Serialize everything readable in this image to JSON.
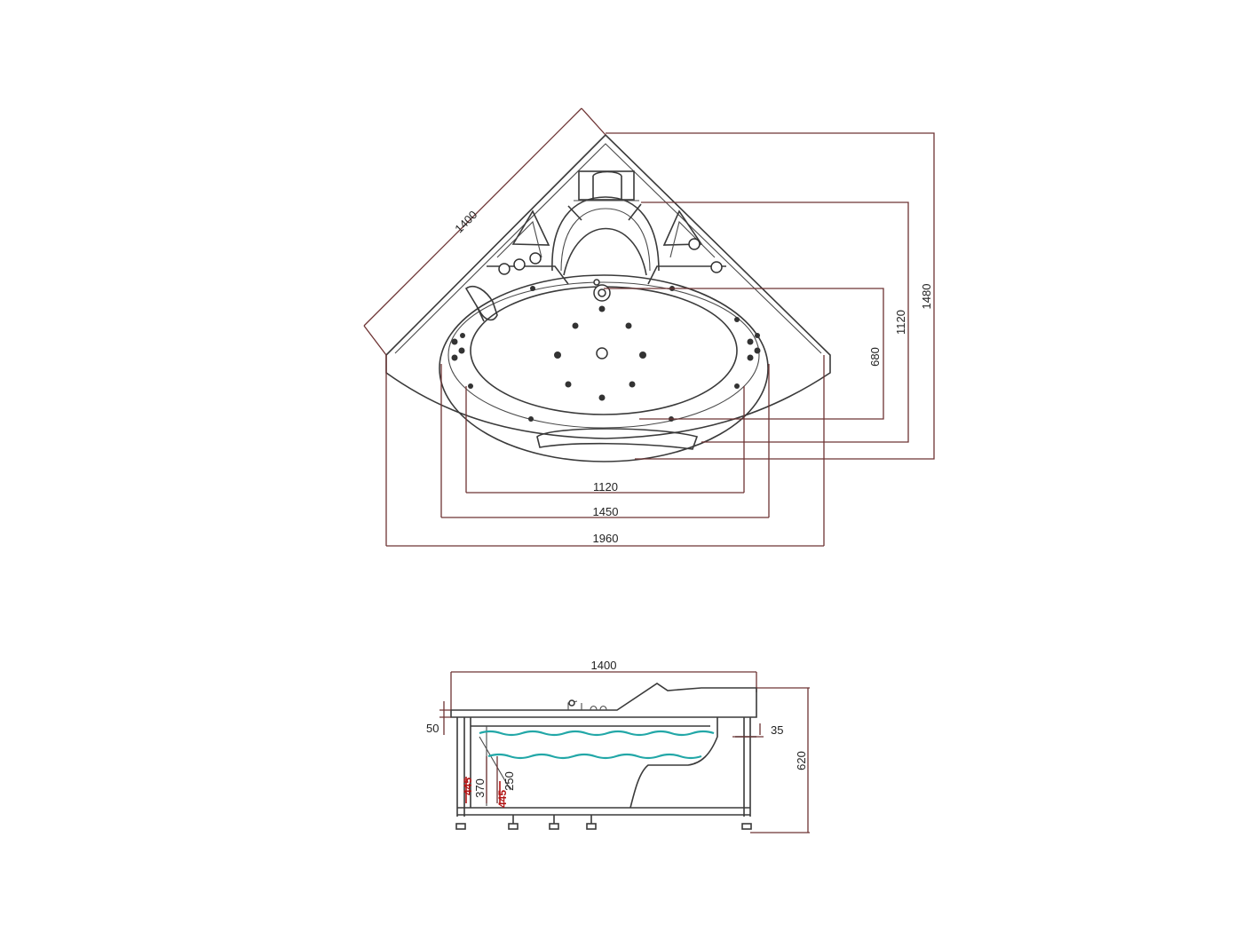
{
  "top_view": {
    "diag_edge": "1400",
    "depth_680": "680",
    "depth_1120": "1120",
    "depth_1480": "1480",
    "width_1120": "1120",
    "width_1450": "1450",
    "width_1960": "1960"
  },
  "side_view": {
    "length": "1400",
    "rim": "50",
    "gap": "35",
    "height": "620",
    "seat_370": "370",
    "seat_250": "250",
    "red_mark_1": "445",
    "red_mark_2": "445"
  },
  "colors": {
    "line": "#3a3a3a",
    "dimension": "#6e3434",
    "water": "#22a7a7",
    "marker": "#b31515"
  }
}
